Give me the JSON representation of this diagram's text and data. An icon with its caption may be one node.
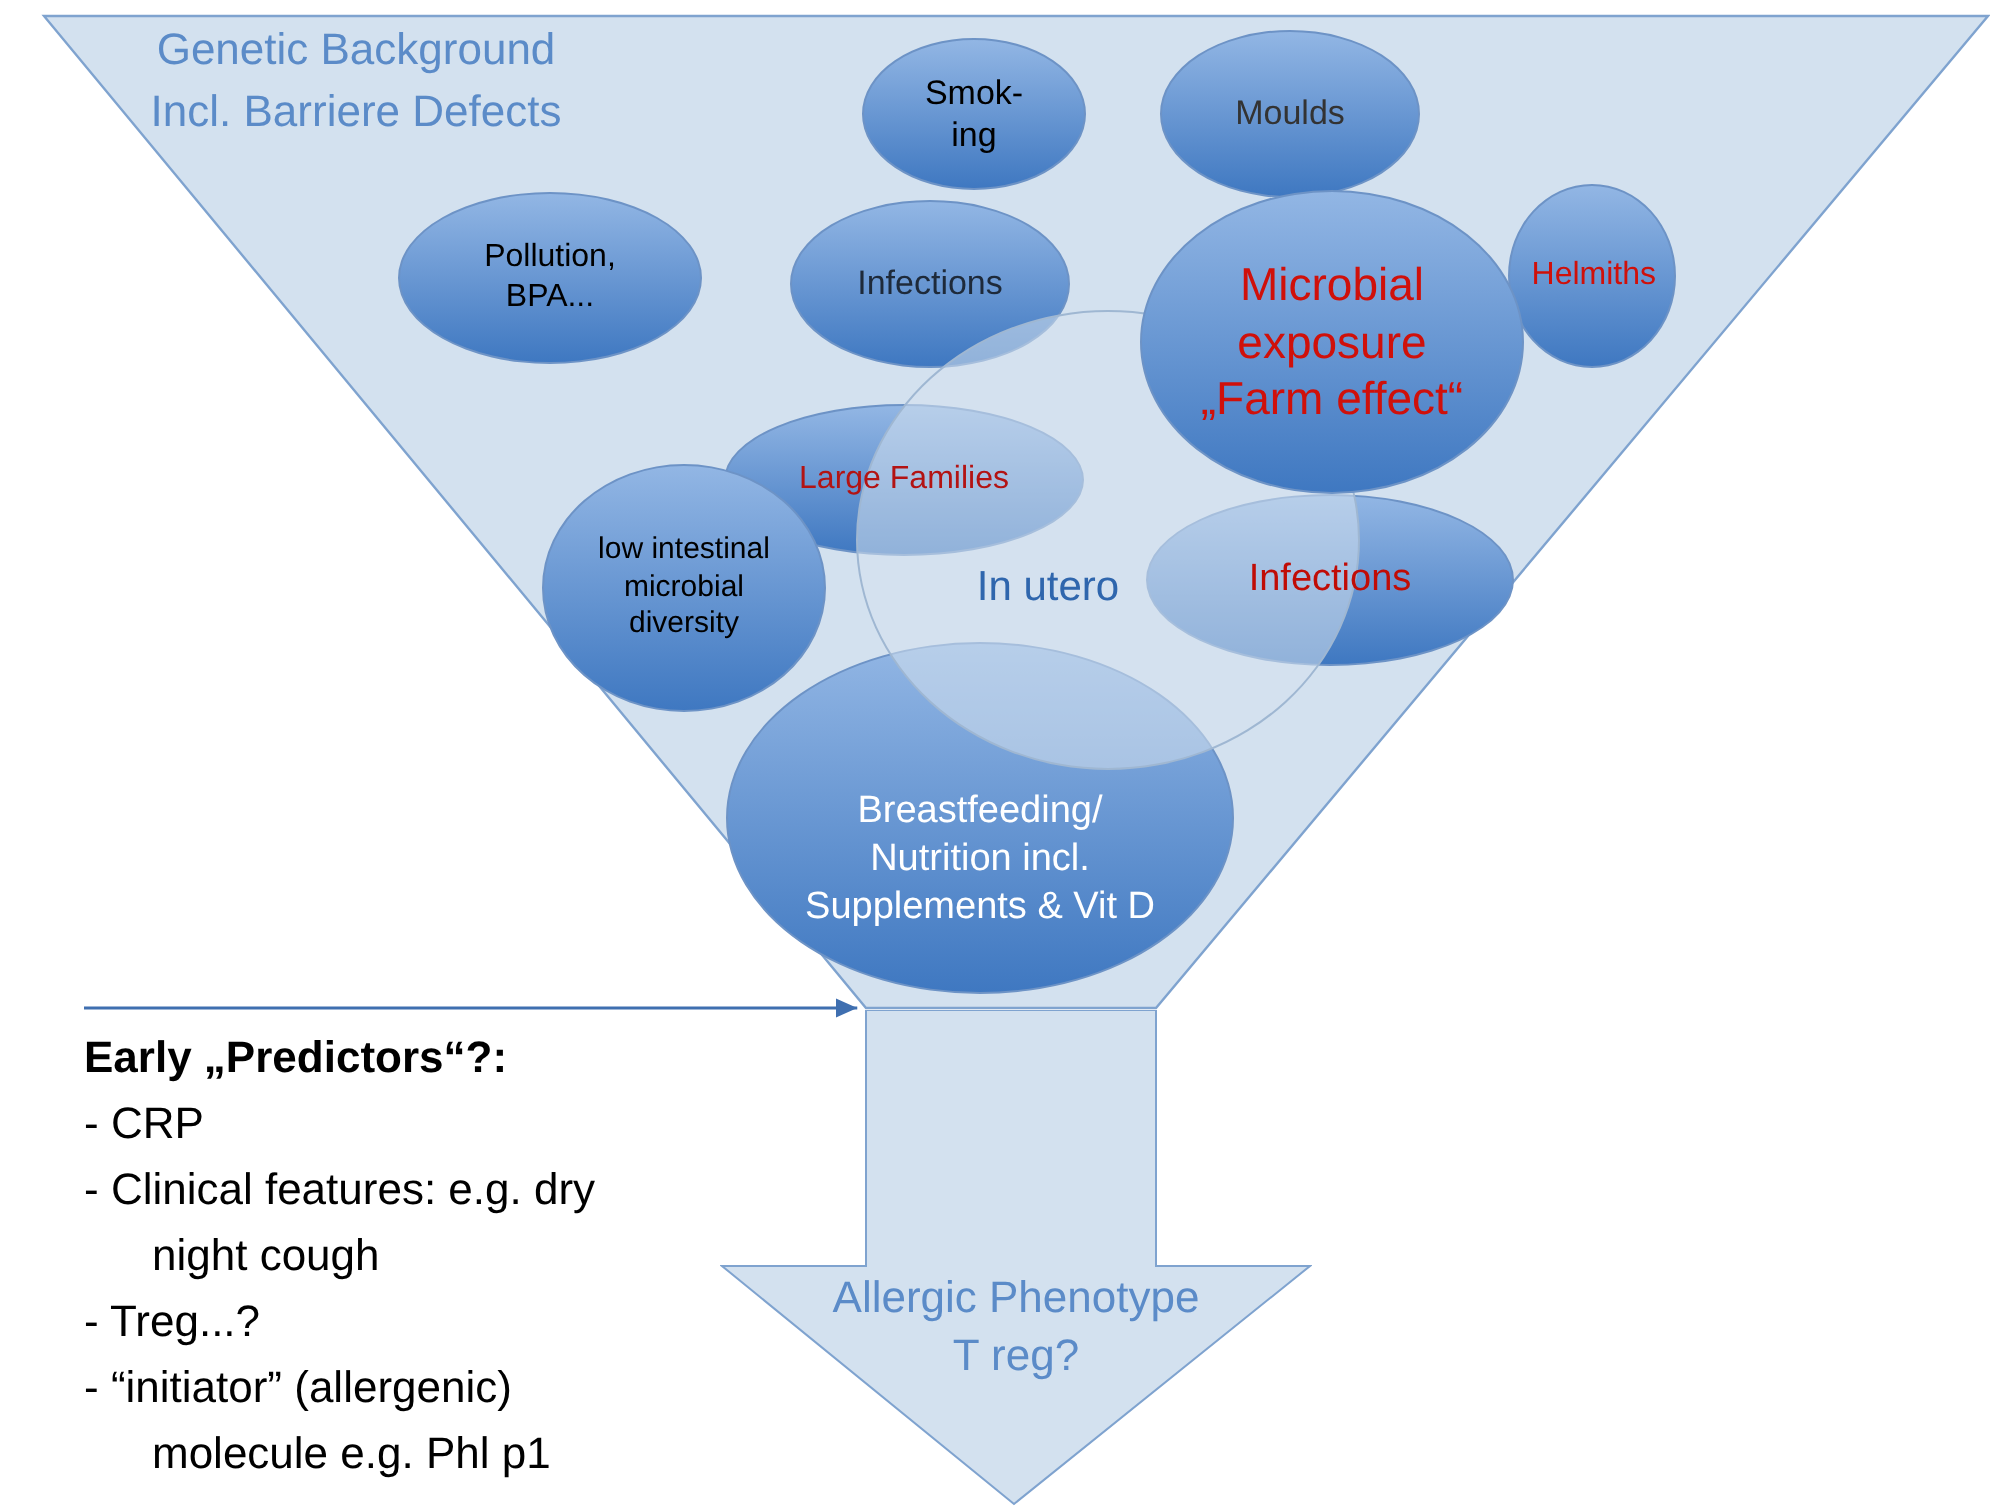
{
  "diagram": {
    "nodes": [
      {
        "text": [
          "Genetic Background Incl. Barriere Defects"
        ]
      },
      {
        "text": [
          "Smok- ing"
        ],
        "in": 0
      },
      {
        "text": [
          "Moulds"
        ],
        "in": 0
      },
      {
        "text": [
          "Pollution, BPA..."
        ],
        "in": 0
      },
      {
        "text": [
          "Infections"
        ],
        "in": 0
      },
      {
        "text": [
          "Microbial exposure „Farm effect“"
        ],
        "in": 0
      },
      {
        "text": [
          "Helmiths"
        ],
        "in": 0
      },
      {
        "text": [
          "Large Families"
        ],
        "in": 0
      },
      {
        "text": [
          "In utero"
        ],
        "in": 0
      },
      {
        "text": [
          "low intestinal microbial diversity"
        ],
        "in": 0
      },
      {
        "text": [
          "Infections"
        ],
        "in": 0
      },
      {
        "text": [
          "Breastfeeding/ Nutrition incl. Supplements & Vit D"
        ],
        "in": 0
      },
      {
        "text": [
          "Allergic Phenotype T reg?"
        ]
      },
      {
        "text": [
          "Early „Predictors“?:",
          "- CRP",
          "- Clinical features: e.g. dry night cough",
          "- Treg...?",
          "- “initiator” (allergenic) molecule e.g. Phl p1"
        ]
      }
    ],
    "edges": [
      {
        "from": 13,
        "to": 0,
        "arrow": "to"
      }
    ]
  }
}
